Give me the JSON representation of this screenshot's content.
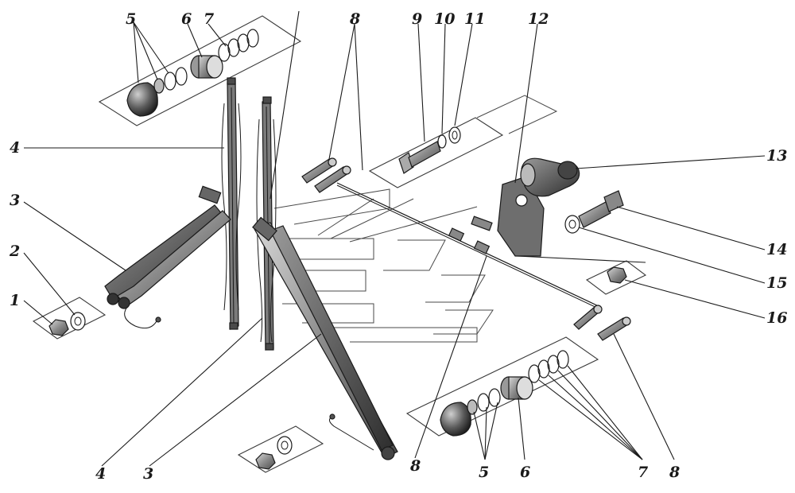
{
  "diagram": {
    "callouts": [
      {
        "id": "c1",
        "text": "1"
      },
      {
        "id": "c2",
        "text": "2"
      },
      {
        "id": "c3a",
        "text": "3"
      },
      {
        "id": "c4a",
        "text": "4"
      },
      {
        "id": "c5a",
        "text": "5"
      },
      {
        "id": "c6a",
        "text": "6"
      },
      {
        "id": "c7a",
        "text": "7"
      },
      {
        "id": "c8a",
        "text": "8"
      },
      {
        "id": "c9",
        "text": "9"
      },
      {
        "id": "c10",
        "text": "10"
      },
      {
        "id": "c11",
        "text": "11"
      },
      {
        "id": "c12",
        "text": "12"
      },
      {
        "id": "c13",
        "text": "13"
      },
      {
        "id": "c14",
        "text": "14"
      },
      {
        "id": "c15",
        "text": "15"
      },
      {
        "id": "c16",
        "text": "16"
      },
      {
        "id": "c4b",
        "text": "4"
      },
      {
        "id": "c3b",
        "text": "3"
      },
      {
        "id": "c8b",
        "text": "8"
      },
      {
        "id": "c5b",
        "text": "5"
      },
      {
        "id": "c6b",
        "text": "6"
      },
      {
        "id": "c7b",
        "text": "7"
      },
      {
        "id": "c8c",
        "text": "8"
      }
    ]
  }
}
